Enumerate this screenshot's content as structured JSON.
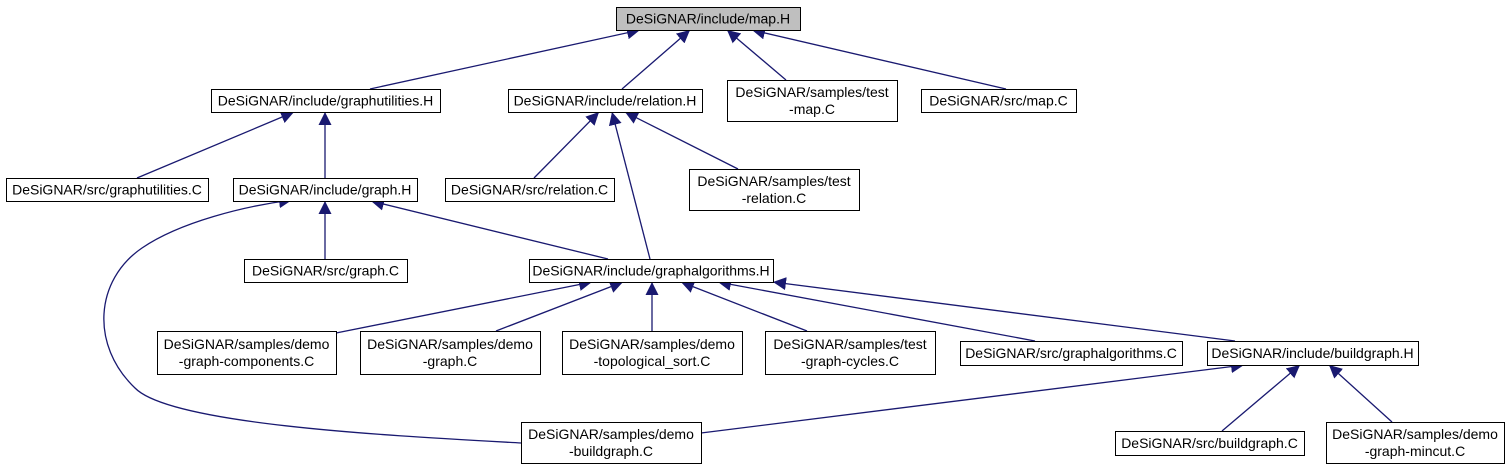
{
  "diagram": {
    "colors": {
      "edge": "#191970",
      "node_border": "#000000",
      "root_fill": "#bfbfbf",
      "node_fill": "#ffffff",
      "text": "#000000"
    },
    "nodes": {
      "map_h": {
        "label": [
          "DeSiGNAR/include/map.H"
        ],
        "root": true
      },
      "graphutilities_h": {
        "label": [
          "DeSiGNAR/include/graphutilities.H"
        ]
      },
      "relation_h": {
        "label": [
          "DeSiGNAR/include/relation.H"
        ]
      },
      "test_map_c": {
        "label": [
          "DeSiGNAR/samples/test",
          "-map.C"
        ]
      },
      "src_map_c": {
        "label": [
          "DeSiGNAR/src/map.C"
        ]
      },
      "src_graphutilities_c": {
        "label": [
          "DeSiGNAR/src/graphutilities.C"
        ]
      },
      "graph_h": {
        "label": [
          "DeSiGNAR/include/graph.H"
        ]
      },
      "src_relation_c": {
        "label": [
          "DeSiGNAR/src/relation.C"
        ]
      },
      "test_relation_c": {
        "label": [
          "DeSiGNAR/samples/test",
          "-relation.C"
        ]
      },
      "src_graph_c": {
        "label": [
          "DeSiGNAR/src/graph.C"
        ]
      },
      "graphalgorithms_h": {
        "label": [
          "DeSiGNAR/include/graphalgorithms.H"
        ]
      },
      "demo_graph_components_c": {
        "label": [
          "DeSiGNAR/samples/demo",
          "-graph-components.C"
        ]
      },
      "demo_graph_c": {
        "label": [
          "DeSiGNAR/samples/demo",
          "-graph.C"
        ]
      },
      "demo_topological_sort_c": {
        "label": [
          "DeSiGNAR/samples/demo",
          "-topological_sort.C"
        ]
      },
      "test_graph_cycles_c": {
        "label": [
          "DeSiGNAR/samples/test",
          "-graph-cycles.C"
        ]
      },
      "src_graphalgorithms_c": {
        "label": [
          "DeSiGNAR/src/graphalgorithms.C"
        ]
      },
      "buildgraph_h": {
        "label": [
          "DeSiGNAR/include/buildgraph.H"
        ]
      },
      "demo_buildgraph_c": {
        "label": [
          "DeSiGNAR/samples/demo",
          "-buildgraph.C"
        ]
      },
      "src_buildgraph_c": {
        "label": [
          "DeSiGNAR/src/buildgraph.C"
        ]
      },
      "demo_graph_mincut_c": {
        "label": [
          "DeSiGNAR/samples/demo",
          "-graph-mincut.C"
        ]
      }
    },
    "edges": [
      {
        "from": "graphutilities_h",
        "to": "map_h"
      },
      {
        "from": "relation_h",
        "to": "map_h"
      },
      {
        "from": "test_map_c",
        "to": "map_h"
      },
      {
        "from": "src_map_c",
        "to": "map_h"
      },
      {
        "from": "src_graphutilities_c",
        "to": "graphutilities_h"
      },
      {
        "from": "graph_h",
        "to": "graphutilities_h"
      },
      {
        "from": "src_relation_c",
        "to": "relation_h"
      },
      {
        "from": "test_relation_c",
        "to": "relation_h"
      },
      {
        "from": "graphalgorithms_h",
        "to": "relation_h"
      },
      {
        "from": "src_graph_c",
        "to": "graph_h"
      },
      {
        "from": "graphalgorithms_h",
        "to": "graph_h"
      },
      {
        "from": "demo_buildgraph_c",
        "to": "graph_h"
      },
      {
        "from": "demo_graph_components_c",
        "to": "graphalgorithms_h"
      },
      {
        "from": "demo_graph_c",
        "to": "graphalgorithms_h"
      },
      {
        "from": "demo_topological_sort_c",
        "to": "graphalgorithms_h"
      },
      {
        "from": "test_graph_cycles_c",
        "to": "graphalgorithms_h"
      },
      {
        "from": "src_graphalgorithms_c",
        "to": "graphalgorithms_h"
      },
      {
        "from": "buildgraph_h",
        "to": "graphalgorithms_h"
      },
      {
        "from": "demo_buildgraph_c",
        "to": "buildgraph_h"
      },
      {
        "from": "src_buildgraph_c",
        "to": "buildgraph_h"
      },
      {
        "from": "demo_graph_mincut_c",
        "to": "buildgraph_h"
      }
    ]
  }
}
